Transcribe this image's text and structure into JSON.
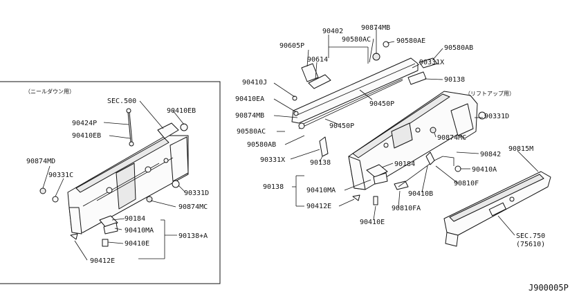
{
  "diagram_code": "J900005P",
  "left_panel": {
    "title": "（ニールダウン用）",
    "labels": {
      "sec_500": "SEC.500",
      "p90410EB_top": "90410EB",
      "p90424P": "90424P",
      "p90410EB": "90410EB",
      "p90874MD": "90874MD",
      "p90331C": "90331C",
      "p90331D": "90331D",
      "p90874MC": "90874MC",
      "p90184": "90184",
      "p90410MA": "90410MA",
      "p90138A": "90138+A",
      "p90410E": "90410E",
      "p90412E": "90412E"
    }
  },
  "right_panel": {
    "liftup_title": "（リフトアップ用）",
    "labels": {
      "p90874MB_top": "90874MB",
      "p90402": "90402",
      "p90580AC_top": "90580AC",
      "p90580AE": "90580AE",
      "p90605P": "90605P",
      "p90580AB_top": "90580AB",
      "p90614": "90614",
      "p90331X_top": "90331X",
      "p90410J": "90410J",
      "p90138_top": "90138",
      "p90410EA": "90410EA",
      "p90450P_upper": "90450P",
      "p90874MB": "90874MB",
      "p90450P_lower": "90450P",
      "p90580AC": "90580AC",
      "p90580AB": "90580AB",
      "p90331X": "90331X",
      "p90138_mid": "90138",
      "p90331D": "90331D",
      "p90874MC": "90874MC",
      "p90842": "90842",
      "p90815M": "90815M",
      "p90184": "90184",
      "p90410A": "90410A",
      "p90138": "90138",
      "p90810F": "90810F",
      "p90410MA": "90410MA",
      "p90410B": "90410B",
      "p90412E": "90412E",
      "p90810FA": "90810FA",
      "p90410E": "90410E",
      "sec_750": "SEC.750",
      "sec_750_sub": "(75610)"
    }
  }
}
